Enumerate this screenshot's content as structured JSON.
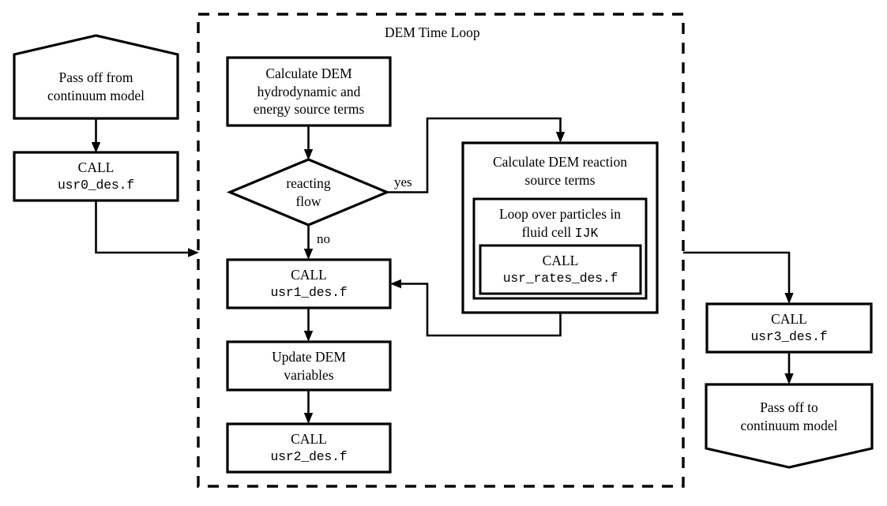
{
  "diagram": {
    "title_region": "DEM Time Loop",
    "background_color": "#ffffff",
    "stroke_color": "#000000",
    "nodes": {
      "pass_off_from": {
        "line1": "Pass off from",
        "line2": "continuum model"
      },
      "usr0": {
        "line1": "CALL",
        "line2": "usr0_des.f"
      },
      "calc_hydro": {
        "line1": "Calculate DEM",
        "line2": "hydrodynamic and",
        "line3": "energy source terms"
      },
      "decision": {
        "line1": "reacting",
        "line2": "flow"
      },
      "usr1": {
        "line1": "CALL",
        "line2": "usr1_des.f"
      },
      "update_dem": {
        "line1": "Update DEM",
        "line2": "variables"
      },
      "usr2": {
        "line1": "CALL",
        "line2": "usr2_des.f"
      },
      "calc_reaction": {
        "line1": "Calculate DEM reaction",
        "line2": "source terms"
      },
      "loop_particles": {
        "line1": "Loop over particles in",
        "line2_pre": "fluid cell ",
        "line2_mono": "IJK"
      },
      "usr_rates": {
        "line1": "CALL",
        "line2": "usr_rates_des.f"
      },
      "usr3": {
        "line1": "CALL",
        "line2": "usr3_des.f"
      },
      "pass_off_to": {
        "line1": "Pass off to",
        "line2": "continuum model"
      }
    },
    "edge_labels": {
      "yes": "yes",
      "no": "no"
    }
  }
}
